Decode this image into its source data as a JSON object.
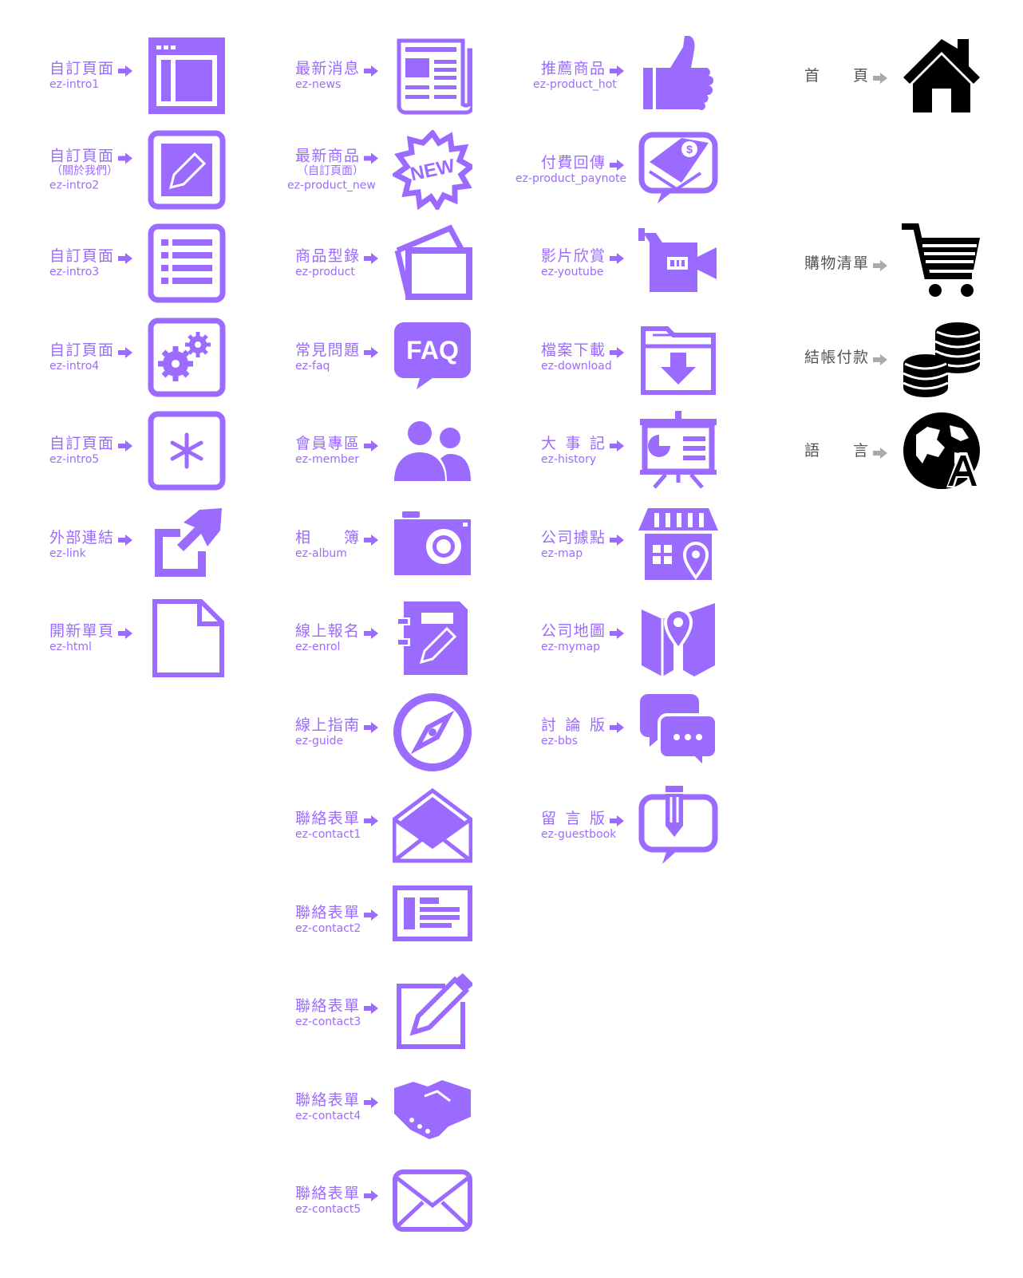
{
  "accent_color": "#9b6bff",
  "neutral_color": "#000000",
  "columns": [
    {
      "items": [
        {
          "label": "自訂頁面",
          "code": "ez-intro1",
          "icon": "window-layout-icon"
        },
        {
          "label": "自訂頁面",
          "sublabel": "（關於我們）",
          "code": "ez-intro2",
          "icon": "edit-document-icon"
        },
        {
          "label": "自訂頁面",
          "code": "ez-intro3",
          "icon": "list-icon"
        },
        {
          "label": "自訂頁面",
          "code": "ez-intro4",
          "icon": "gears-icon"
        },
        {
          "label": "自訂頁面",
          "code": "ez-intro5",
          "icon": "asterisk-icon"
        },
        {
          "label": "外部連結",
          "code": "ez-link",
          "icon": "external-link-icon"
        },
        {
          "label": "開新單頁",
          "code": "ez-html",
          "icon": "blank-page-icon"
        }
      ]
    },
    {
      "items": [
        {
          "label": "最新消息",
          "code": "ez-news",
          "icon": "newspaper-icon"
        },
        {
          "label": "最新商品",
          "sublabel": "（自訂頁面）",
          "code": "ez-product_new",
          "icon": "new-badge-icon"
        },
        {
          "label": "商品型錄",
          "code": "ez-product",
          "icon": "photos-icon"
        },
        {
          "label": "常見問題",
          "code": "ez-faq",
          "icon": "faq-bubble-icon"
        },
        {
          "label": "會員專區",
          "code": "ez-member",
          "icon": "users-icon"
        },
        {
          "label": "相　　簿",
          "code": "ez-album",
          "icon": "camera-icon"
        },
        {
          "label": "線上報名",
          "code": "ez-enrol",
          "icon": "notebook-edit-icon"
        },
        {
          "label": "線上指南",
          "code": "ez-guide",
          "icon": "compass-icon"
        },
        {
          "label": "聯絡表單",
          "code": "ez-contact1",
          "icon": "open-envelope-icon"
        },
        {
          "label": "聯絡表單",
          "code": "ez-contact2",
          "icon": "id-card-icon"
        },
        {
          "label": "聯絡表單",
          "code": "ez-contact3",
          "icon": "pencil-square-icon"
        },
        {
          "label": "聯絡表單",
          "code": "ez-contact4",
          "icon": "handshake-icon"
        },
        {
          "label": "聯絡表單",
          "code": "ez-contact5",
          "icon": "envelope-icon"
        }
      ]
    },
    {
      "items": [
        {
          "label": "推薦商品",
          "code": "ez-product_hot",
          "icon": "thumbs-up-icon"
        },
        {
          "label": "付費回傳",
          "code": "ez-product_paynote",
          "icon": "money-bubble-icon"
        },
        {
          "label": "影片欣賞",
          "code": "ez-youtube",
          "icon": "video-camera-icon"
        },
        {
          "label": "檔案下載",
          "code": "ez-download",
          "icon": "folder-download-icon"
        },
        {
          "label": "大 事 記",
          "code": "ez-history",
          "icon": "presentation-board-icon"
        },
        {
          "label": "公司據點",
          "code": "ez-map",
          "icon": "store-location-icon"
        },
        {
          "label": "公司地圖",
          "code": "ez-mymap",
          "icon": "map-pin-icon"
        },
        {
          "label": "討 論 版",
          "code": "ez-bbs",
          "icon": "chat-bubbles-icon"
        },
        {
          "label": "留 言 版",
          "code": "ez-guestbook",
          "icon": "message-pen-icon"
        }
      ]
    },
    {
      "items": [
        {
          "label": "首　　頁",
          "icon": "home-icon",
          "slot": 0
        },
        {
          "label": "購物清單",
          "icon": "shopping-cart-icon",
          "slot": 2
        },
        {
          "label": "結帳付款",
          "icon": "coins-icon",
          "slot": 3
        },
        {
          "label": "語　　言",
          "icon": "globe-language-icon",
          "slot": 4
        }
      ]
    }
  ]
}
